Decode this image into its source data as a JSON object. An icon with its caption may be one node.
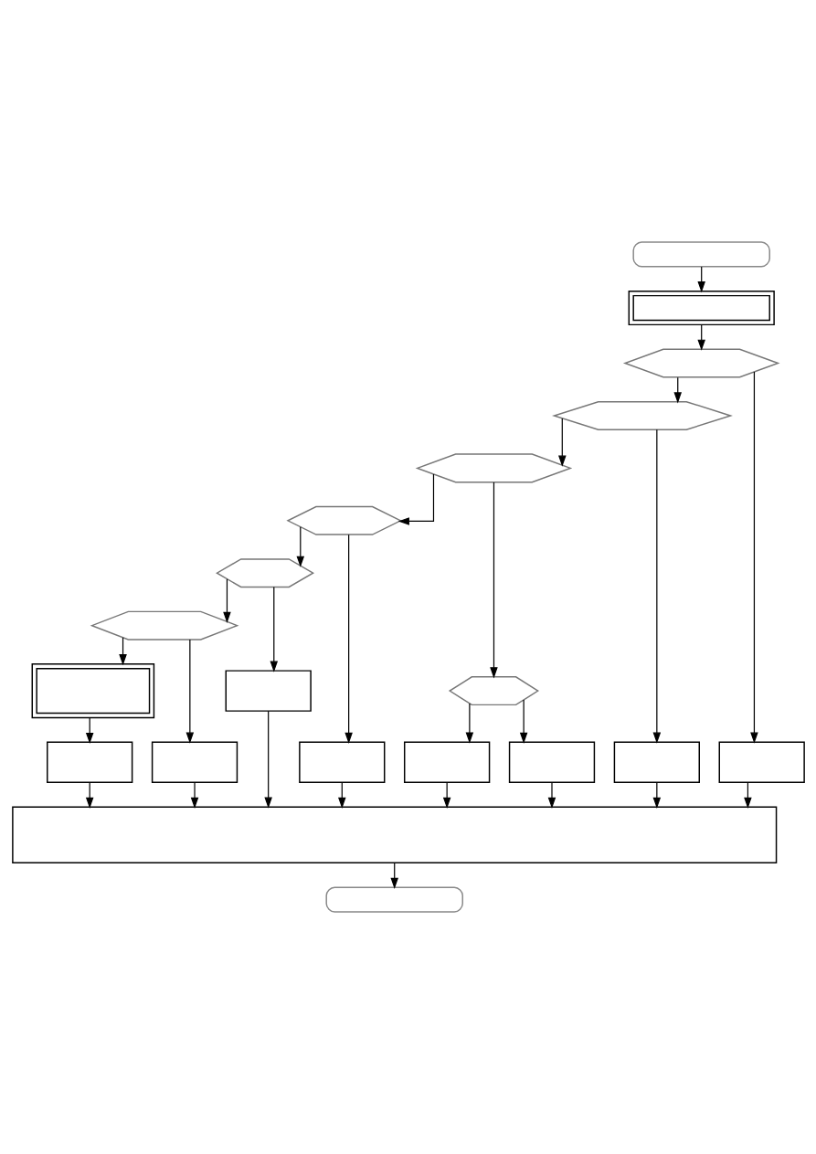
{
  "diagram": {
    "nodes": [
      {
        "text": [],
        "shape": "box"
      },
      {
        "text": [],
        "shape": "box"
      },
      {
        "text": [],
        "shape": "hexagon"
      },
      {
        "text": [],
        "shape": "hexagon"
      },
      {
        "text": [],
        "shape": "hexagon"
      },
      {
        "text": [],
        "shape": "hexagon"
      },
      {
        "text": [],
        "shape": "hexagon"
      },
      {
        "text": [],
        "shape": "hexagon"
      },
      {
        "text": [],
        "shape": "hexagon"
      },
      {
        "text": [],
        "shape": "box"
      },
      {
        "text": [],
        "shape": "box"
      },
      {
        "text": [],
        "shape": "box"
      },
      {
        "text": [],
        "shape": "box"
      },
      {
        "text": [],
        "shape": "box"
      },
      {
        "text": [],
        "shape": "box"
      },
      {
        "text": [],
        "shape": "box"
      },
      {
        "text": [],
        "shape": "box"
      },
      {
        "text": [],
        "shape": "box"
      },
      {
        "text": [],
        "shape": "box"
      },
      {
        "text": [],
        "shape": "box"
      }
    ],
    "edges": [
      {
        "from": 0,
        "to": 1,
        "arrow": "to"
      },
      {
        "from": 1,
        "to": 2,
        "arrow": "to"
      },
      {
        "from": 2,
        "to": 9,
        "arrow": "to"
      },
      {
        "from": 2,
        "to": 3,
        "arrow": "to"
      },
      {
        "from": 3,
        "to": 10,
        "arrow": "to"
      },
      {
        "from": 3,
        "to": 4,
        "arrow": "to"
      },
      {
        "from": 4,
        "to": 6,
        "arrow": "to"
      },
      {
        "from": 4,
        "to": 5,
        "arrow": "to"
      },
      {
        "from": 6,
        "to": 11,
        "arrow": "to"
      },
      {
        "from": 6,
        "to": 12,
        "arrow": "to"
      },
      {
        "from": 5,
        "to": 13,
        "arrow": "to"
      },
      {
        "from": 5,
        "to": 7,
        "arrow": "to"
      },
      {
        "from": 7,
        "to": 14,
        "arrow": "to"
      },
      {
        "from": 7,
        "to": 8,
        "arrow": "to"
      },
      {
        "from": 8,
        "to": 16,
        "arrow": "to"
      },
      {
        "from": 8,
        "to": 15,
        "arrow": "to"
      },
      {
        "from": 15,
        "to": 17,
        "arrow": "to"
      },
      {
        "from": 9,
        "to": 18,
        "arrow": "to"
      },
      {
        "from": 10,
        "to": 18,
        "arrow": "to"
      },
      {
        "from": 11,
        "to": 18,
        "arrow": "to"
      },
      {
        "from": 12,
        "to": 18,
        "arrow": "to"
      },
      {
        "from": 13,
        "to": 18,
        "arrow": "to"
      },
      {
        "from": 14,
        "to": 18,
        "arrow": "to"
      },
      {
        "from": 16,
        "to": 18,
        "arrow": "to"
      },
      {
        "from": 17,
        "to": 18,
        "arrow": "to"
      },
      {
        "from": 18,
        "to": 19,
        "arrow": "to"
      }
    ]
  }
}
